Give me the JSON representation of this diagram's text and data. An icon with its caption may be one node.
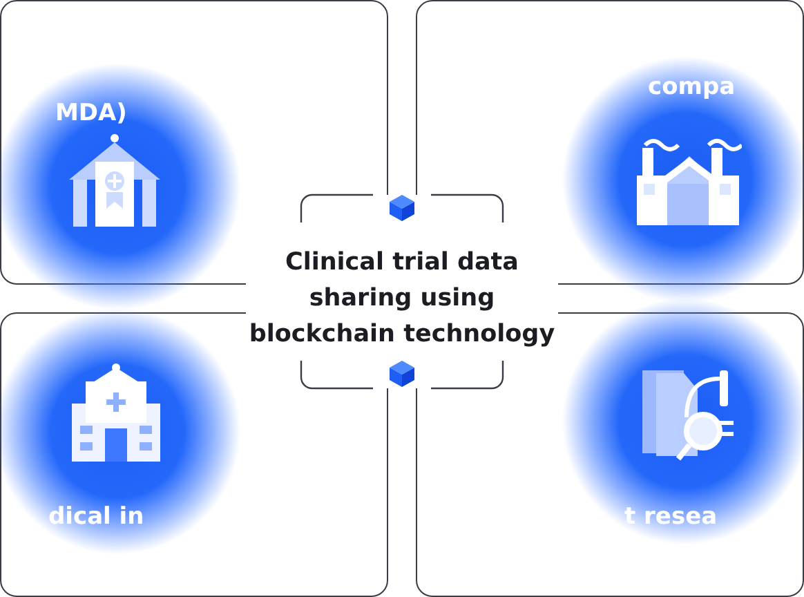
{
  "diagram": {
    "nodes": [
      {
        "text": [
          "MDA)"
        ]
      },
      {
        "text": [
          "compa"
        ]
      },
      {
        "text": [
          "Clinical trial data sharing using blockchain technology"
        ]
      },
      {
        "text": [
          "dical in"
        ]
      },
      {
        "text": [
          "t resea"
        ]
      }
    ]
  }
}
